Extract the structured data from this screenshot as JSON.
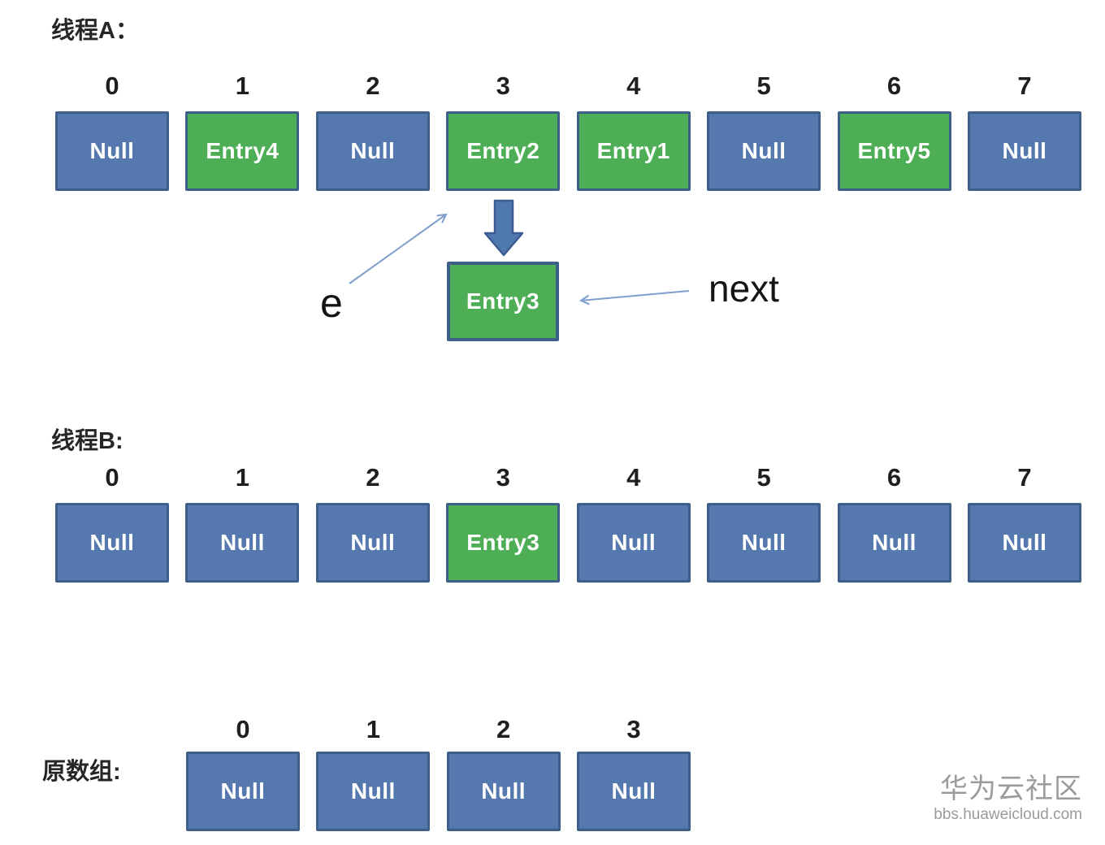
{
  "colors": {
    "null_fill": "#5578AF",
    "entry_fill": "#4EAE55",
    "box_border": "#3E5F8A",
    "arrow_thin": "#7E9FCC",
    "block_arrow_fill": "#4F78AF",
    "block_arrow_border": "#3A5C8F",
    "label_text": "#262626",
    "watermark_text": "#9B9B9B"
  },
  "thread_a": {
    "label": "线程A：",
    "indices": [
      "0",
      "1",
      "2",
      "3",
      "4",
      "5",
      "6",
      "7"
    ],
    "cells": [
      {
        "text": "Null",
        "type": "null"
      },
      {
        "text": "Entry4",
        "type": "entry"
      },
      {
        "text": "Null",
        "type": "null"
      },
      {
        "text": "Entry2",
        "type": "entry"
      },
      {
        "text": "Entry1",
        "type": "entry"
      },
      {
        "text": "Null",
        "type": "null"
      },
      {
        "text": "Entry5",
        "type": "entry"
      },
      {
        "text": "Null",
        "type": "null"
      }
    ]
  },
  "pointer_detail": {
    "e_label": "e",
    "next_label": "next",
    "detached_node": {
      "text": "Entry3",
      "type": "entry"
    }
  },
  "thread_b": {
    "label": "线程B:",
    "indices": [
      "0",
      "1",
      "2",
      "3",
      "4",
      "5",
      "6",
      "7"
    ],
    "cells": [
      {
        "text": "Null",
        "type": "null"
      },
      {
        "text": "Null",
        "type": "null"
      },
      {
        "text": "Null",
        "type": "null"
      },
      {
        "text": "Entry3",
        "type": "entry"
      },
      {
        "text": "Null",
        "type": "null"
      },
      {
        "text": "Null",
        "type": "null"
      },
      {
        "text": "Null",
        "type": "null"
      },
      {
        "text": "Null",
        "type": "null"
      }
    ]
  },
  "original_array": {
    "label": "原数组:",
    "indices": [
      "0",
      "1",
      "2",
      "3"
    ],
    "cells": [
      {
        "text": "Null",
        "type": "null"
      },
      {
        "text": "Null",
        "type": "null"
      },
      {
        "text": "Null",
        "type": "null"
      },
      {
        "text": "Null",
        "type": "null"
      }
    ]
  },
  "watermark": {
    "title": "华为云社区",
    "url": "bbs.huaweicloud.com"
  }
}
